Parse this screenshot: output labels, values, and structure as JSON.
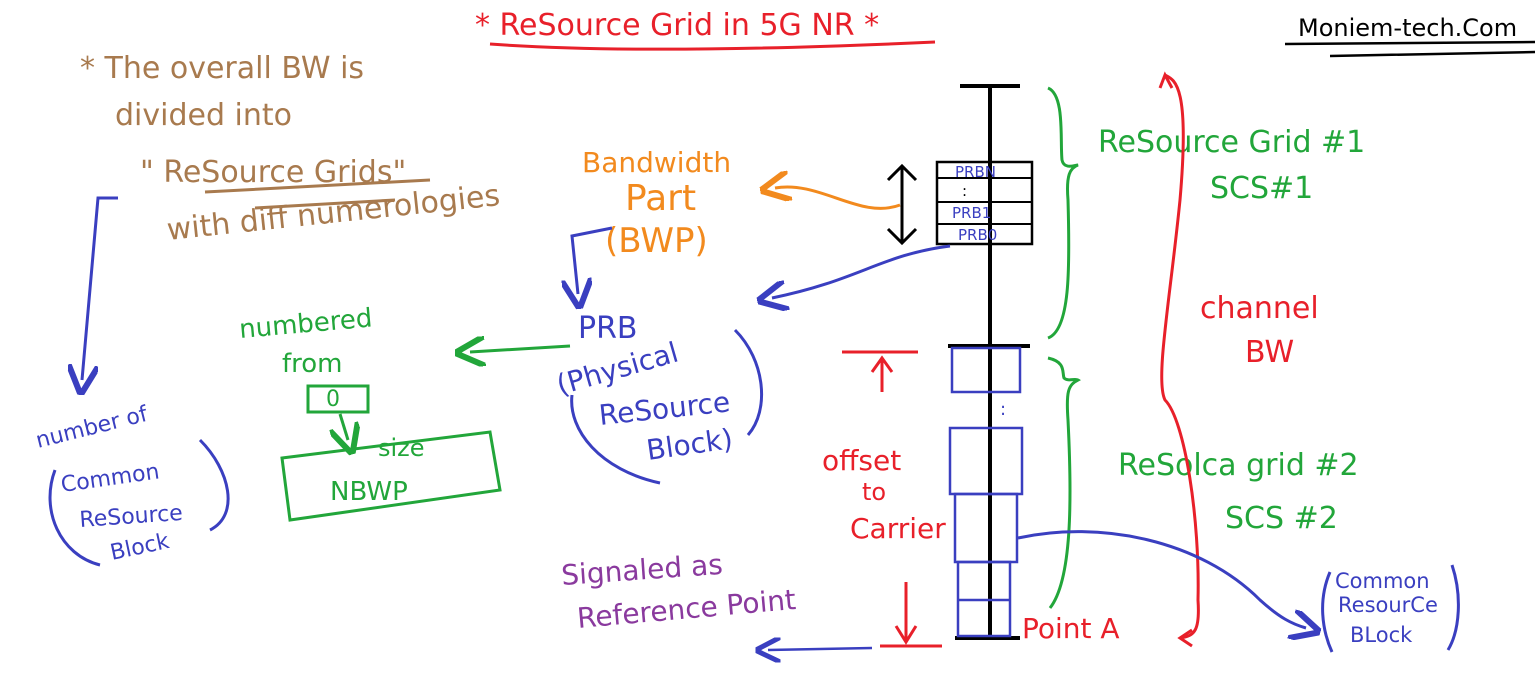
{
  "title": "* ReSource Grid in 5G NR *",
  "brand": "Moniem-tech.Com",
  "colors": {
    "red": "#e8202a",
    "green": "#22a63a",
    "blue": "#3a3fc0",
    "brown": "#a87a4e",
    "orange": "#f28a1e",
    "purple": "#8a3a9e",
    "black": "#000000"
  },
  "notes": {
    "line1": "* The overall BW is",
    "line2": "divided into",
    "line3": "\" ReSource Grids\"",
    "line4": "with diff numerologies"
  },
  "bwp": {
    "line1": "Bandwidth",
    "line2": "Part",
    "line3": "(BWP)"
  },
  "prb": {
    "line1": "PRB",
    "line2": "(Physical",
    "line3": "ReSource",
    "line4": "Block)"
  },
  "numbered": {
    "line1": "numbered",
    "line2": "from",
    "zero": "0",
    "size": "size",
    "nbwp": "NBWP"
  },
  "crb_left": {
    "line1": "number of",
    "line2": "Common",
    "line3": "ReSource",
    "line4": "Block"
  },
  "grid_blocks": {
    "top": "PRBN",
    "dots": ":",
    "mid": "PRB1",
    "bottom": "PRB0"
  },
  "grid1": {
    "line1": "ReSource Grid #1",
    "line2": "SCS#1"
  },
  "grid2": {
    "line1": "ReSolca grid #2",
    "line2": "SCS #2"
  },
  "channel": {
    "line1": "channel",
    "line2": "BW"
  },
  "offset": {
    "line1": "offset",
    "line2": "to",
    "line3": "Carrier"
  },
  "pointa": "Point A",
  "signaled": {
    "line1": "Signaled as",
    "line2": "Reference Point"
  },
  "crb_right": {
    "line1": "Common",
    "line2": "ResourCe",
    "line3": "BLock"
  }
}
